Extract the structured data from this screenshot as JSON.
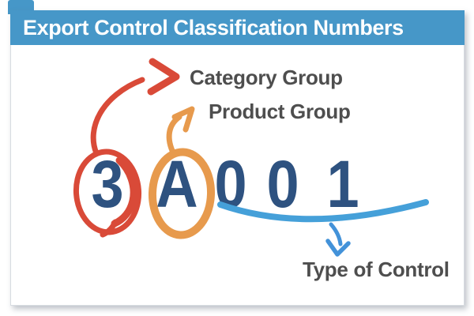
{
  "header": {
    "title": "Export Control Classification Numbers"
  },
  "eccn": {
    "code": "3A001",
    "chars": [
      "3",
      "A",
      "0",
      "0",
      "1"
    ]
  },
  "annotations": {
    "category": {
      "label": "Category Group",
      "target": "3"
    },
    "product": {
      "label": "Product Group",
      "target": "A"
    },
    "control": {
      "label": "Type of Control",
      "target": "001"
    }
  },
  "colors": {
    "header_bg": "#4697c8",
    "header_text": "#ffffff",
    "code_text": "#2e5280",
    "label_text": "#4e4e4e",
    "card_border": "#d7dce1",
    "category_red": "#d94a38",
    "product_orange": "#e79a4d",
    "control_swoosh_blue": "#45a0d9",
    "control_arrow_blue": "#4392d9"
  }
}
